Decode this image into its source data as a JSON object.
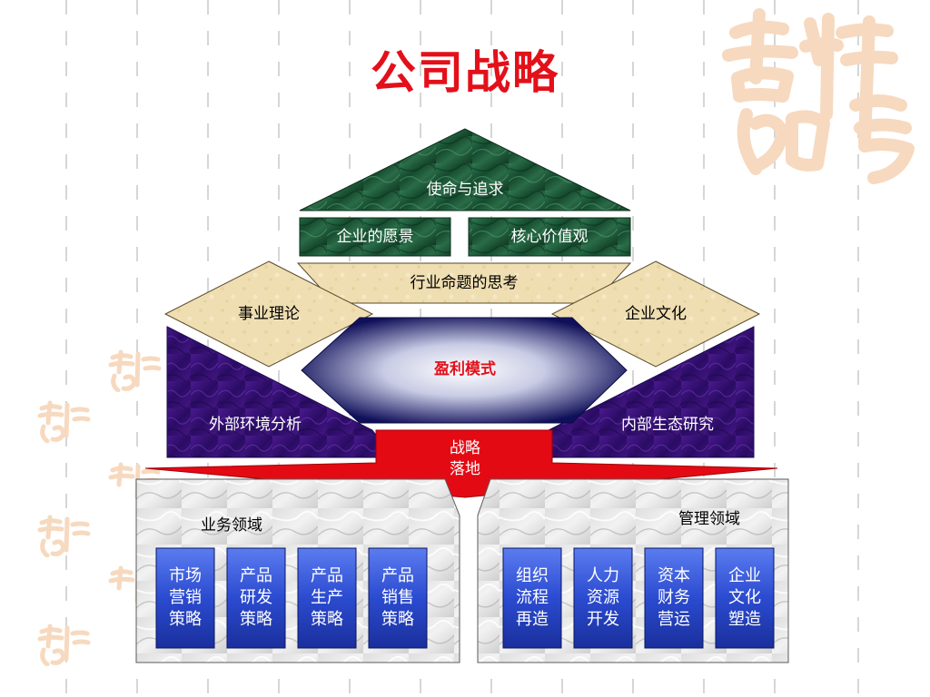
{
  "title": "公司战略",
  "top": {
    "mission": "使命与追求",
    "vision": "企业的愿景",
    "values": "核心价值观",
    "industry": "行业命题的思考",
    "business_theory": "事业理论",
    "culture": "企业文化",
    "profit_model": "盈利模式",
    "external": "外部环境分析",
    "internal": "内部生态研究",
    "arrow_line1": "战略",
    "arrow_line2": "落地"
  },
  "business_domain": {
    "label": "业务领域",
    "boxes": [
      {
        "l1": "市场",
        "l2": "营销",
        "l3": "策略"
      },
      {
        "l1": "产品",
        "l2": "研发",
        "l3": "策略"
      },
      {
        "l1": "产品",
        "l2": "生产",
        "l3": "策略"
      },
      {
        "l1": "产品",
        "l2": "销售",
        "l3": "策略"
      }
    ]
  },
  "management_domain": {
    "label": "管理领域",
    "boxes": [
      {
        "l1": "组织",
        "l2": "流程",
        "l3": "再造"
      },
      {
        "l1": "人力",
        "l2": "资源",
        "l3": "开发"
      },
      {
        "l1": "资本",
        "l2": "财务",
        "l3": "营运"
      },
      {
        "l1": "企业",
        "l2": "文化",
        "l3": "塑造"
      }
    ]
  },
  "colors": {
    "title": "#e3101a",
    "marble_green": "#1f5a3a",
    "purple": "#3a1478",
    "beige": "#f0dfb0",
    "box_blue": "#2b4bd0",
    "arrow_red": "#e30a14"
  }
}
